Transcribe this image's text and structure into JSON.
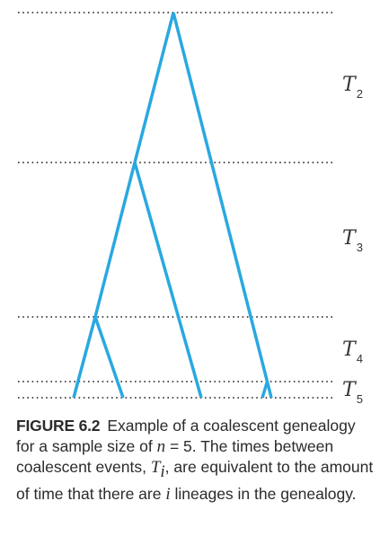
{
  "figure": {
    "label": "FIGURE 6.2",
    "caption_part1": "Example of a coalescent genealogy for a sample size of ",
    "n_var": "n",
    "n_equals": " = 5. The times between coalescent events, ",
    "t_var": "T",
    "t_sub": "i",
    "caption_part2": ", are equivalent to the amount of time that there are ",
    "i_var": "i",
    "caption_part3": " lineages in the genealogy."
  },
  "intervals": [
    {
      "var": "T",
      "sub": "2"
    },
    {
      "var": "T",
      "sub": "3"
    },
    {
      "var": "T",
      "sub": "4"
    },
    {
      "var": "T",
      "sub": "5"
    }
  ],
  "colors": {
    "lineage": "#29a8e0",
    "guide": "#555555",
    "text": "#2b2b2b"
  }
}
